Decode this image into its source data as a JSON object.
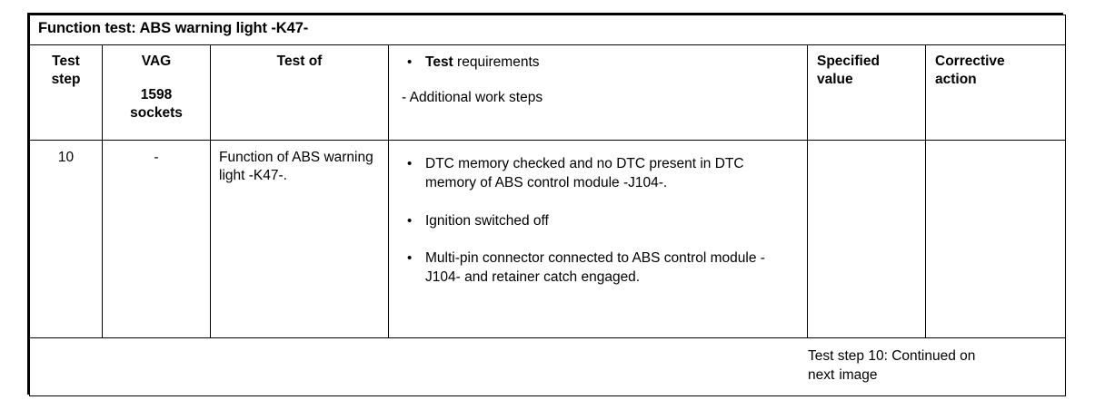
{
  "document": {
    "title": "Function test: ABS warning light -K47-"
  },
  "table": {
    "headers": {
      "test_step": "Test\nstep",
      "test_step_line1": "Test",
      "test_step_line2": "step",
      "vag_line1": "VAG",
      "vag_line2": "1598",
      "vag_line3": "sockets",
      "test_of": "Test of",
      "requirements_bold": "Test",
      "requirements_rest": " requirements",
      "additional_steps": "- Additional work steps",
      "specified_value_line1": "Specified",
      "specified_value_line2": "value",
      "corrective_action_line1": "Corrective",
      "corrective_action_line2": "action"
    },
    "rows": [
      {
        "test_step": "10",
        "vag_socket": "-",
        "test_of": "Function of ABS warning light -K47-.",
        "requirements": [
          "DTC memory checked and no DTC present in DTC memory of ABS control module -J104-.",
          "Ignition switched off",
          "Multi-pin connector connected to ABS control module -J104- and retainer catch engaged."
        ],
        "specified_value": "",
        "corrective_action": ""
      }
    ],
    "footer": {
      "text_line1": "Test step 10: Continued on",
      "text_line2_part1": "next",
      "text_line2_part2": "image"
    },
    "bullet_glyph": "•"
  },
  "colors": {
    "border": "#000000",
    "text": "#000000",
    "background": "#ffffff"
  }
}
